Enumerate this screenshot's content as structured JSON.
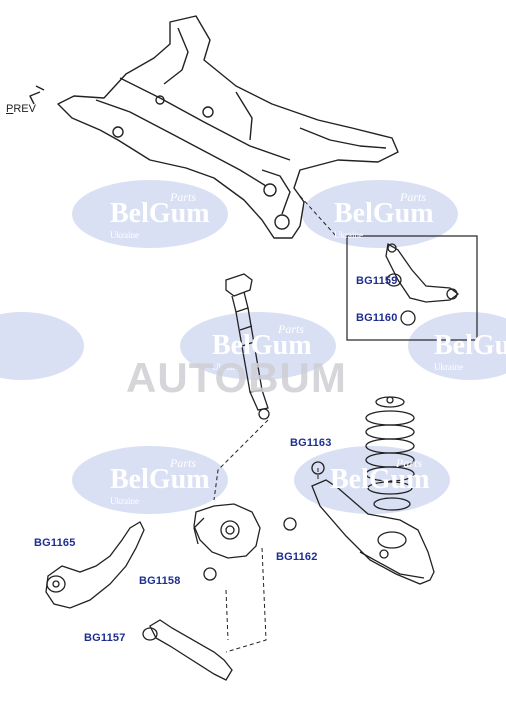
{
  "nav": {
    "prev_label": "PREV"
  },
  "watermarks": {
    "brand": "BelGum",
    "sub_brand": "Parts",
    "country": "Ukraine",
    "site": "AUTOBUM",
    "color": "#c9d3ee"
  },
  "parts": [
    {
      "id": "BG1159",
      "label": "BG1159"
    },
    {
      "id": "BG1160",
      "label": "BG1160"
    },
    {
      "id": "BG1163",
      "label": "BG1163"
    },
    {
      "id": "BG1162",
      "label": "BG1162"
    },
    {
      "id": "BG1158",
      "label": "BG1158"
    },
    {
      "id": "BG1165",
      "label": "BG1165"
    },
    {
      "id": "BG1157",
      "label": "BG1157"
    }
  ],
  "colors": {
    "label": "#1f2f8f",
    "line": "#222222"
  }
}
